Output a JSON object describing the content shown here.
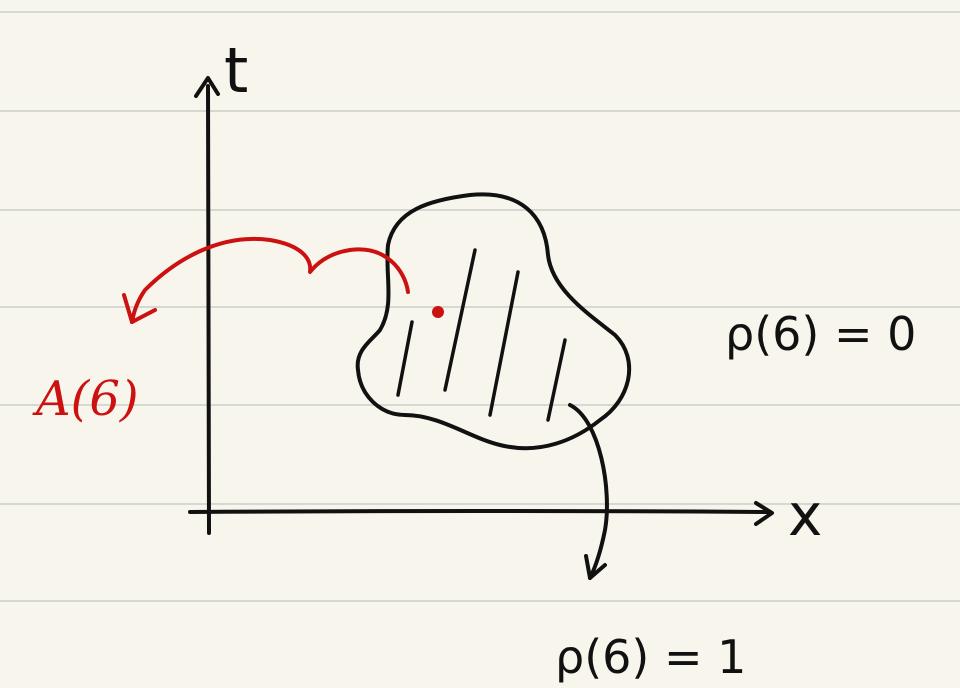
{
  "axes": {
    "vertical_label": "t",
    "horizontal_label": "x"
  },
  "annotations": {
    "outside_region": "ρ(6) = 0",
    "inside_region": "ρ(6) = 1",
    "mapped_point": "A(6)"
  },
  "colors": {
    "paper": "#f8f6ec",
    "ruled_line": "#d6d8d4",
    "ink": "#111111",
    "red_ink": "#cc1111"
  }
}
